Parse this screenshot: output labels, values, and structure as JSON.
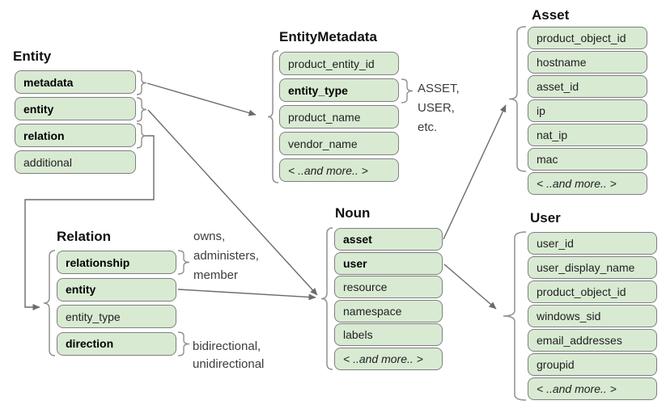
{
  "boxes": {
    "entity": {
      "title": "Entity",
      "rows": [
        {
          "label": "metadata",
          "bold": true
        },
        {
          "label": "entity",
          "bold": true
        },
        {
          "label": "relation",
          "bold": true
        },
        {
          "label": "additional",
          "bold": false
        }
      ]
    },
    "entity_metadata": {
      "title": "EntityMetadata",
      "rows": [
        {
          "label": "product_entity_id"
        },
        {
          "label": "entity_type",
          "bold": true
        },
        {
          "label": "product_name"
        },
        {
          "label": "vendor_name"
        },
        {
          "label": "< ..and more.. >",
          "italic": true
        }
      ]
    },
    "asset": {
      "title": "Asset",
      "rows": [
        {
          "label": "product_object_id"
        },
        {
          "label": "hostname"
        },
        {
          "label": "asset_id"
        },
        {
          "label": "ip"
        },
        {
          "label": "nat_ip"
        },
        {
          "label": "mac"
        },
        {
          "label": "< ..and more.. >",
          "italic": true
        }
      ]
    },
    "noun": {
      "title": "Noun",
      "rows": [
        {
          "label": "asset",
          "bold": true
        },
        {
          "label": "user",
          "bold": true
        },
        {
          "label": "resource"
        },
        {
          "label": "namespace"
        },
        {
          "label": "labels"
        },
        {
          "label": "< ..and more.. >",
          "italic": true
        }
      ]
    },
    "relation": {
      "title": "Relation",
      "rows": [
        {
          "label": "relationship",
          "bold": true
        },
        {
          "label": "entity",
          "bold": true
        },
        {
          "label": "entity_type"
        },
        {
          "label": "direction",
          "bold": true
        }
      ]
    },
    "user": {
      "title": "User",
      "rows": [
        {
          "label": "user_id"
        },
        {
          "label": "user_display_name"
        },
        {
          "label": "product_object_id"
        },
        {
          "label": "windows_sid"
        },
        {
          "label": "email_addresses"
        },
        {
          "label": "groupid"
        },
        {
          "label": "< ..and more.. >",
          "italic": true
        }
      ]
    }
  },
  "annotations": {
    "entity_type": [
      "ASSET,",
      "USER,",
      "etc."
    ],
    "relationship": [
      "owns,",
      "administers,",
      "member"
    ],
    "direction": [
      "bidirectional,",
      "unidirectional"
    ]
  },
  "edges": [
    {
      "from": "Entity.metadata",
      "to": "EntityMetadata"
    },
    {
      "from": "Entity.entity",
      "to": "Noun"
    },
    {
      "from": "Entity.relation",
      "to": "Relation"
    },
    {
      "from": "Relation.entity",
      "to": "Noun"
    },
    {
      "from": "Noun.asset",
      "to": "Asset"
    },
    {
      "from": "Noun.user",
      "to": "User"
    }
  ],
  "colors": {
    "box_fill": "#d9ead3",
    "box_border": "#7f7f7f",
    "connector": "#6b6b6b",
    "brace": "#909090",
    "annotation_text": "#3c3c3c"
  }
}
